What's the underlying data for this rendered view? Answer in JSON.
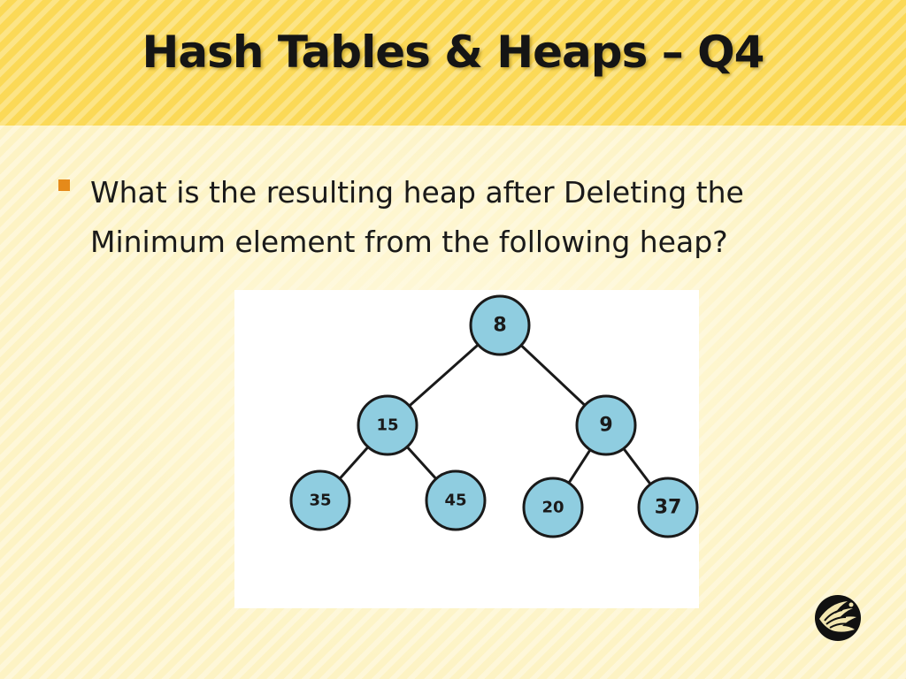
{
  "slide": {
    "title": "Hash Tables & Heaps – Q4",
    "question": "What is the resulting heap after Deleting the Minimum element from the following heap?"
  },
  "heap": {
    "nodes": [
      {
        "id": "n0",
        "label": "8",
        "level": 0
      },
      {
        "id": "n1",
        "label": "15",
        "level": 1
      },
      {
        "id": "n2",
        "label": "9",
        "level": 1
      },
      {
        "id": "n3",
        "label": "35",
        "level": 2
      },
      {
        "id": "n4",
        "label": "45",
        "level": 2
      },
      {
        "id": "n5",
        "label": "20",
        "level": 2
      },
      {
        "id": "n6",
        "label": "37",
        "level": 2
      }
    ],
    "edges": [
      [
        "n0",
        "n1"
      ],
      [
        "n0",
        "n2"
      ],
      [
        "n1",
        "n3"
      ],
      [
        "n1",
        "n4"
      ],
      [
        "n2",
        "n5"
      ],
      [
        "n2",
        "n6"
      ]
    ]
  },
  "colors": {
    "title_band": "#fbd957",
    "bullet": "#e58a1a",
    "node_fill": "#8fcde0",
    "node_stroke": "#1a1a1a"
  },
  "logo": {
    "icon": "pegasus-logo-icon"
  }
}
